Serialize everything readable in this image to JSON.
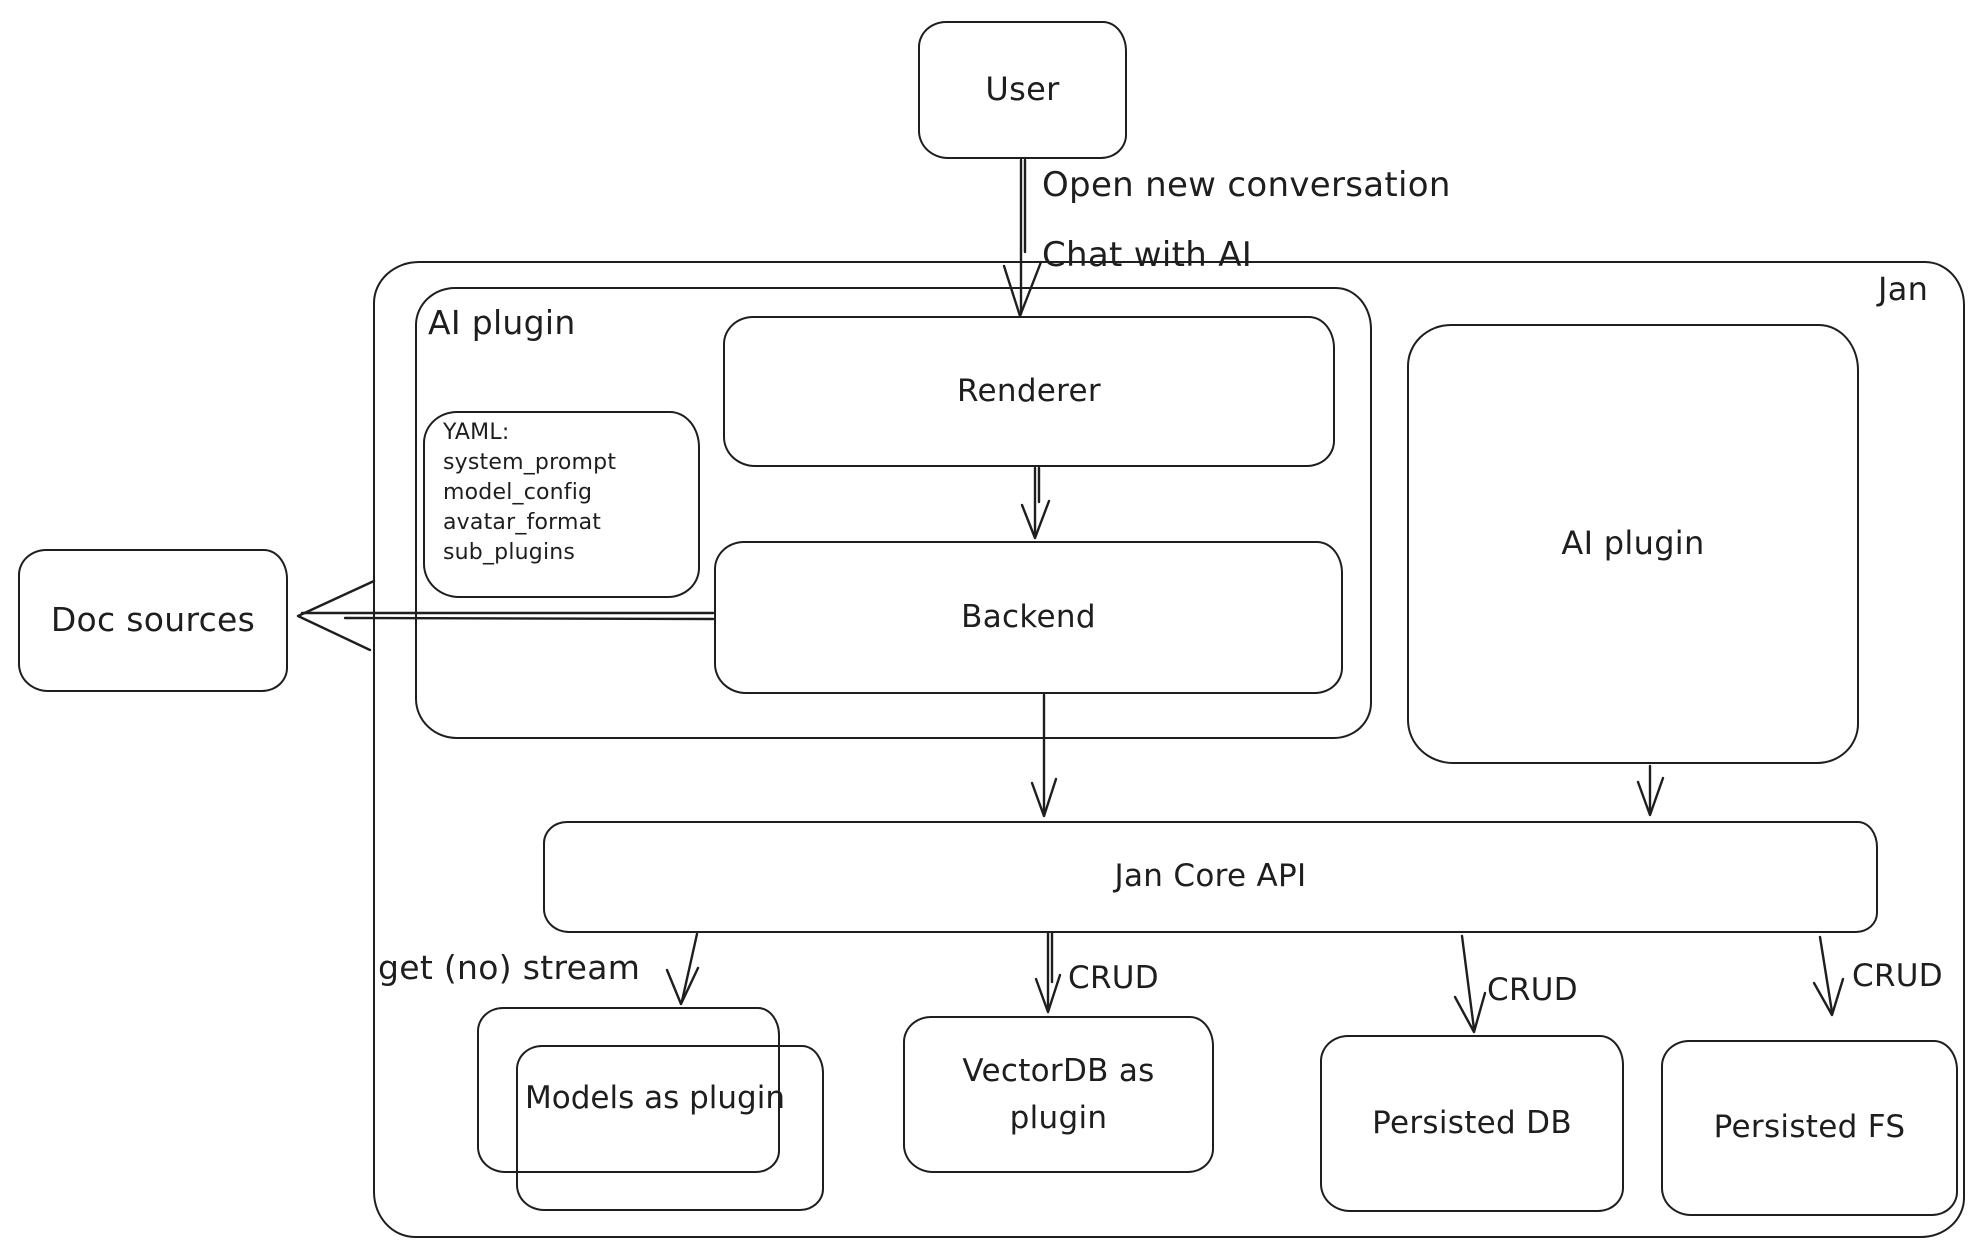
{
  "colors": {
    "stroke": "#1e1e1e",
    "canvas": "#ffffff"
  },
  "containers": {
    "jan": "Jan",
    "ai_plugin_group": "AI plugin"
  },
  "nodes": {
    "user": "User",
    "renderer": "Renderer",
    "backend": "Backend",
    "doc_sources": "Doc sources",
    "ai_plugin_right": "AI plugin",
    "jan_core_api": "Jan Core API",
    "models_as_plugin": "Models as plugin",
    "vectordb_as_plugin": "VectorDB as plugin",
    "persisted_db": "Persisted DB",
    "persisted_fs": "Persisted FS"
  },
  "note": {
    "lines": [
      "YAML:",
      "system_prompt",
      "model_config",
      "avatar_format",
      "sub_plugins"
    ]
  },
  "edge_labels": {
    "open_conversation_line1": "Open new conversation",
    "open_conversation_line2": "Chat with AI",
    "get_no_stream": "get (no) stream",
    "crud_vectordb": "CRUD",
    "crud_persisted_db": "CRUD",
    "crud_persisted_fs": "CRUD"
  }
}
